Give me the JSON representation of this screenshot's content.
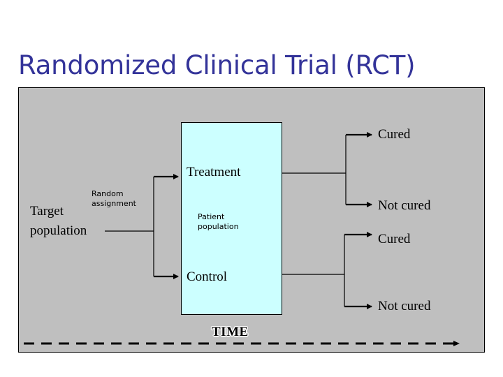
{
  "slide": {
    "title": "Randomized Clinical Trial (RCT)",
    "background_color": "#ffffff",
    "title_color": "#333399",
    "panel_color": "#bfbfbf",
    "box_color": "#ccffff",
    "line_color": "#000000"
  },
  "diagram": {
    "type": "flowchart",
    "source": {
      "label_line1": "Target",
      "label_line2": "population"
    },
    "assignment": {
      "label_line1": "Random",
      "label_line2": "assignment"
    },
    "patient_box": {
      "arm_treatment": "Treatment",
      "inner_line1": "Patient",
      "inner_line2": "population",
      "arm_control": "Control"
    },
    "outcomes": [
      {
        "arm": "Treatment",
        "label": "Cured"
      },
      {
        "arm": "Treatment",
        "label": "Not cured"
      },
      {
        "arm": "Control",
        "label": "Cured"
      },
      {
        "arm": "Control",
        "label": "Not cured"
      }
    ],
    "axis": {
      "label": "TIME",
      "style": "dashed-arrow-right"
    }
  }
}
